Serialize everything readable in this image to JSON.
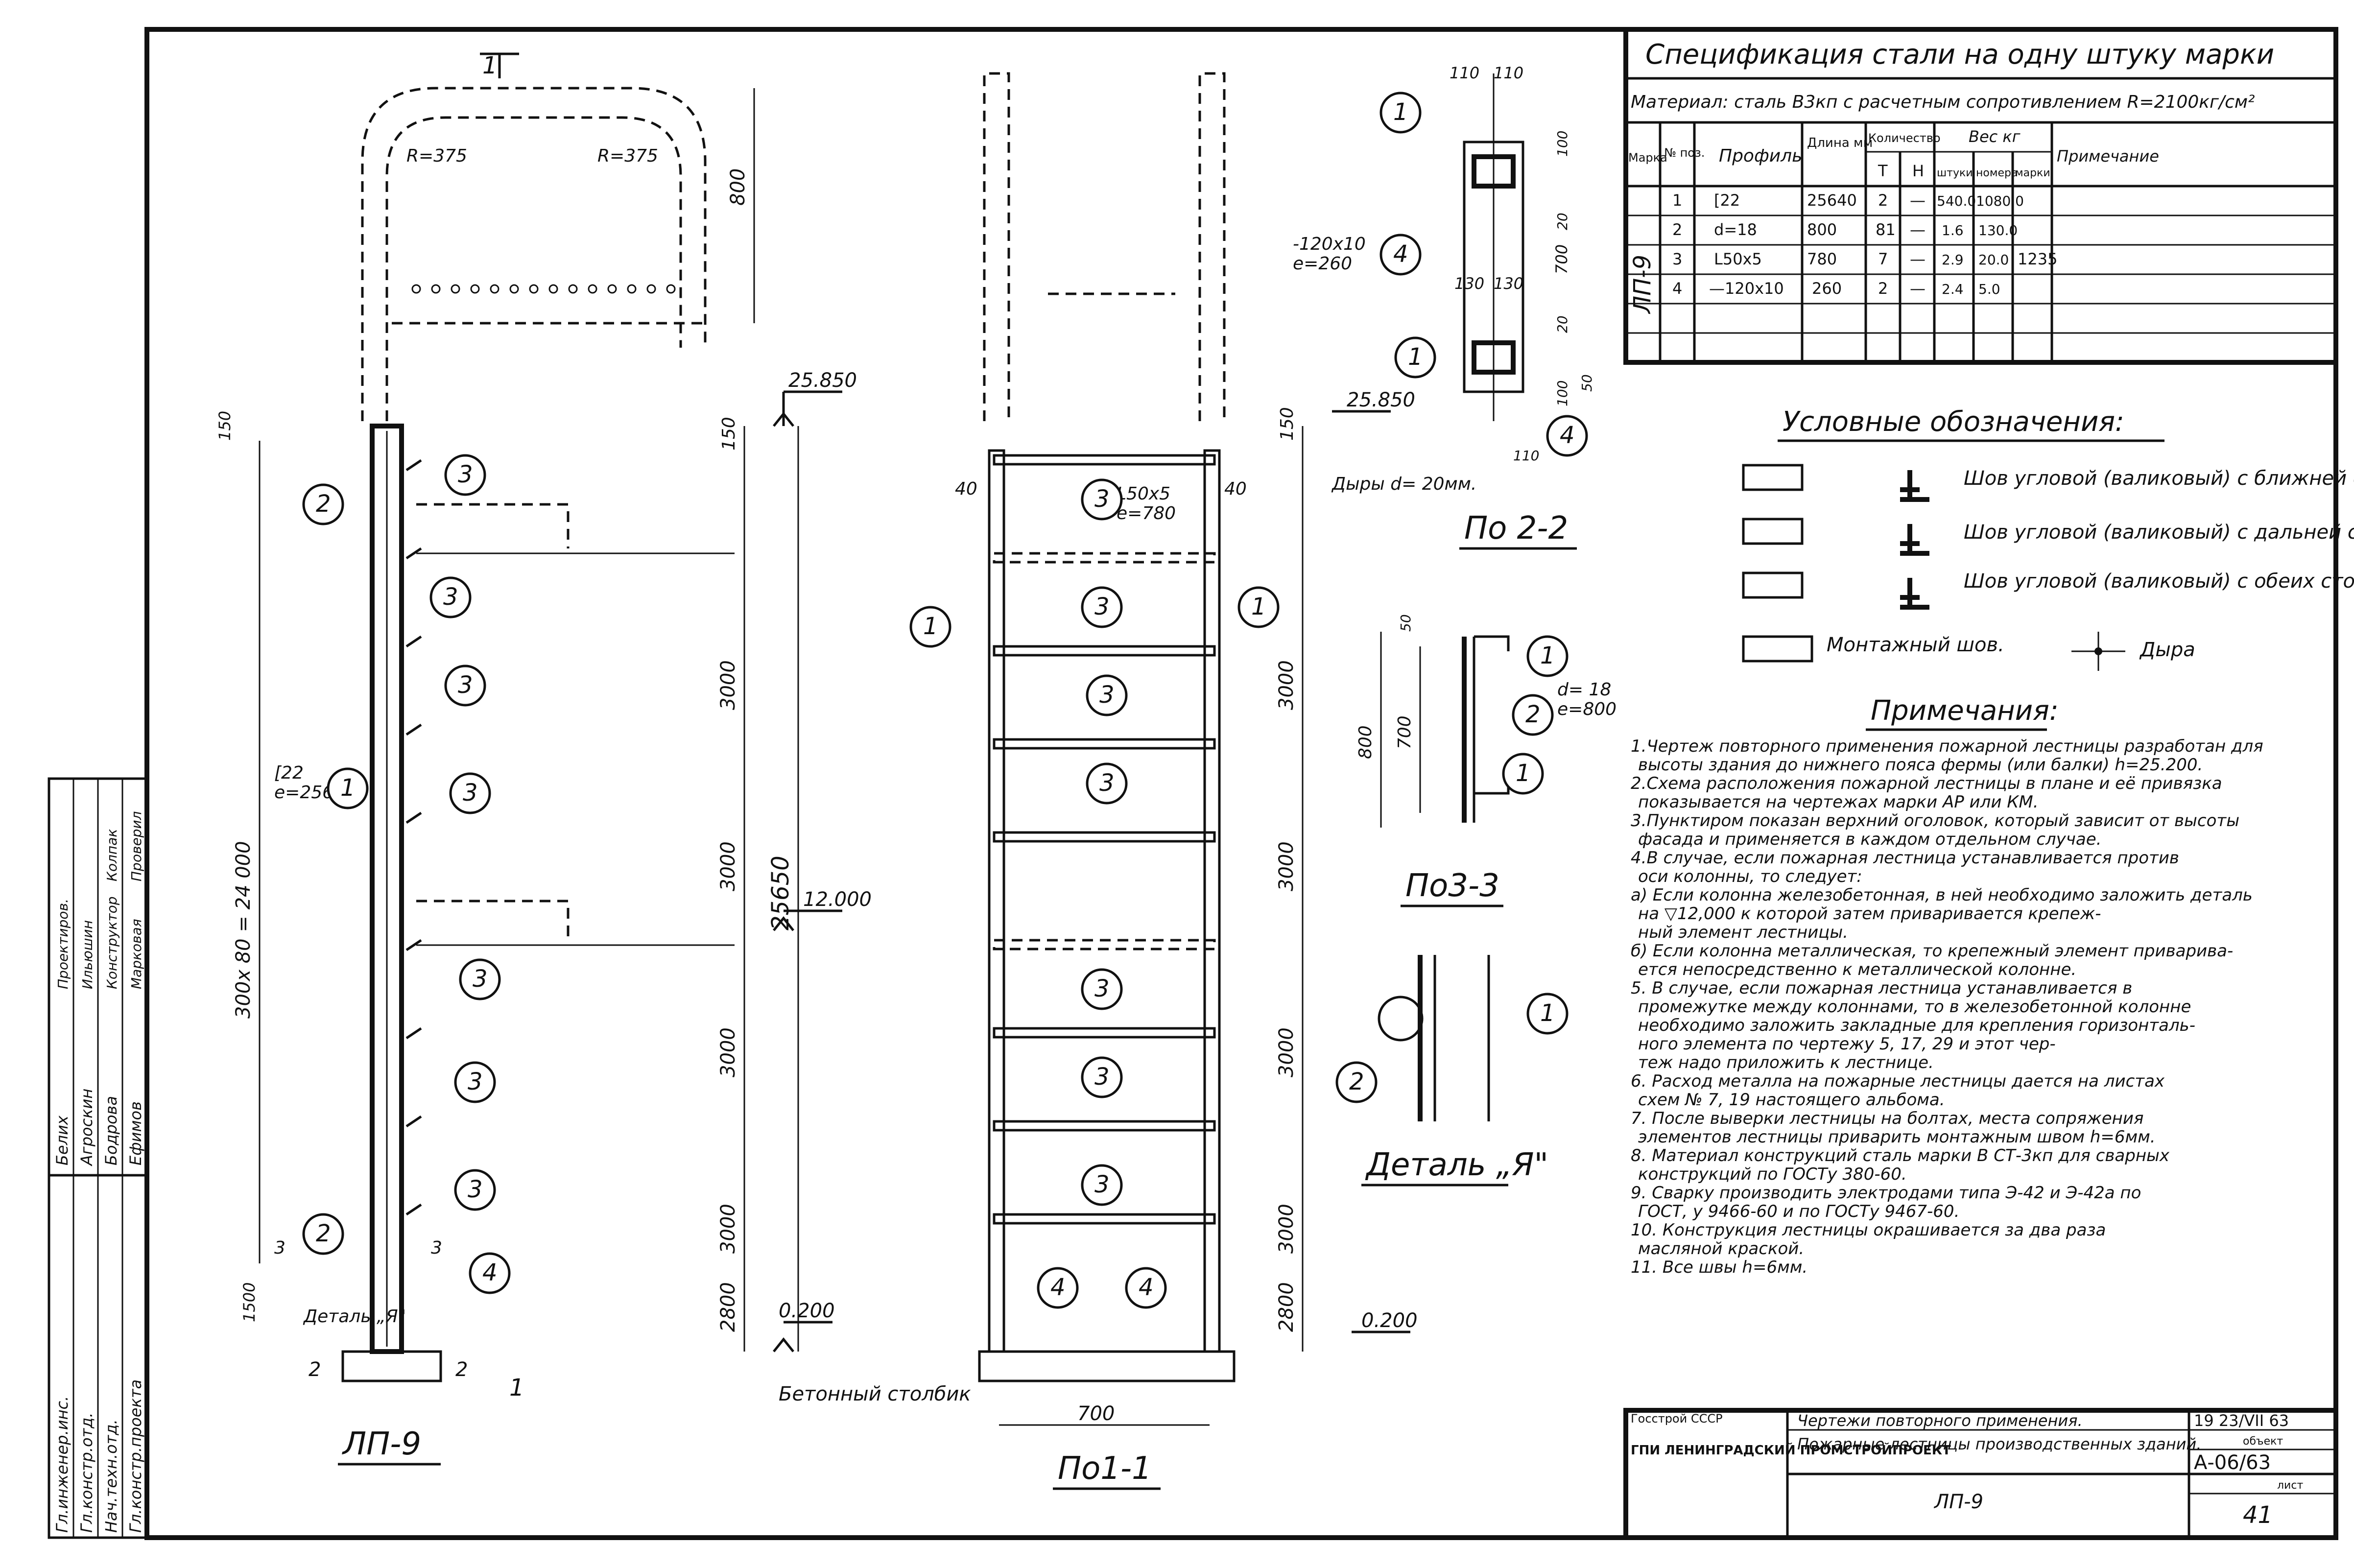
{
  "spec": {
    "title": "Спецификация стали на одну штуку марки",
    "material": "Материал: сталь В3кп с расчетным сопротивлением R=2100кг/см²",
    "headers": {
      "mark": "Марка",
      "pos": "№ поз.",
      "profile": "Профиль",
      "length": "Длина мм",
      "qty": "Количество",
      "qty_t": "Т",
      "qty_n": "Н",
      "weight": "Вес кг",
      "w_piece": "штуки",
      "w_pos": "номера",
      "w_mark": "марки",
      "note": "Примечание"
    },
    "mark": "ЛП-9",
    "total": "1235",
    "rows": [
      {
        "pos": "1",
        "profile": "[22",
        "length": "25640",
        "t": "2",
        "n": "—",
        "piece": "540.0",
        "num": "1080.0"
      },
      {
        "pos": "2",
        "profile": "d=18",
        "length": "800",
        "t": "81",
        "n": "—",
        "piece": "1.6",
        "num": "130.0"
      },
      {
        "pos": "3",
        "profile": "L50x5",
        "length": "780",
        "t": "7",
        "n": "—",
        "piece": "2.9",
        "num": "20.0"
      },
      {
        "pos": "4",
        "profile": "—120x10",
        "length": "260",
        "t": "2",
        "n": "—",
        "piece": "2.4",
        "num": "5.0"
      }
    ]
  },
  "legend": {
    "title": "Условные обозначения:",
    "items": [
      "Шов угловой (валиковый) с ближней стороны.",
      "Шов угловой (валиковый) с дальней стороны.",
      "Шов угловой (валиковый) с обеих сторон."
    ],
    "mount": "Монтажный шов.",
    "hole": "Дыра"
  },
  "notes": {
    "title": "Примечания:",
    "lines": [
      "1.Чертеж повторного применения пожарной лестницы разработан для",
      "высоты здания до нижнего пояса фермы (или балки) h=25.200.",
      "2.Схема расположения пожарной лестницы в плане и её привязка",
      "показывается на чертежах марки АР или КМ.",
      "3.Пунктиром показан верхний оголовок, который зависит от высоты",
      "фасада и применяется в каждом отдельном случае.",
      "4.В случае, если пожарная лестница устанавливается против",
      "оси колонны, то следует:",
      "а) Если колонна железобетонная, в ней необходимо заложить деталь",
      "на ▽12,000 к которой затем приваривается крепеж-",
      "ный элемент лестницы.",
      "б) Если колонна металлическая, то крепежный элемент приварива-",
      "ется непосредственно к металлической колонне.",
      "5. В случае, если пожарная лестница устанавливается в",
      "промежутке между колоннами, то в железобетонной колонне",
      "необходимо заложить закладные для крепления горизонталь-",
      "ного элемента по чертежу 5, 17, 29 и этот чер-",
      "теж надо приложить к лестнице.",
      "6. Расход металла на пожарные лестницы дается на листах",
      "схем № 7, 19 настоящего альбома.",
      "7. После выверки лестницы на болтах, места сопряжения",
      "элементов лестницы приварить монтажным швом h=6мм.",
      "8. Материал конструкций сталь марки В СТ-3кп для сварных",
      "конструкций по ГОСТу 380-60.",
      "9. Сварку производить электродами типа Э-42 и Э-42а по",
      "ГОСТ, у 9466-60 и по ГОСТу 9467-60.",
      "10. Конструкция лестницы окрашивается за два раза",
      "масляной краской.",
      "11. Все швы h=6мм."
    ]
  },
  "views": {
    "lp9": "ЛП-9",
    "s11": "По1-1",
    "s22": "По 2-2",
    "s33": "По3-3",
    "detail": "Деталь „Я\""
  },
  "labels": {
    "el_top": "25.850",
    "el_mid": "12.000",
    "el_bot": "0.200",
    "el_top2": "25.850",
    "el_bot2": "0.200",
    "total_h": "25650",
    "steps_note": "300x 80 = 24 000",
    "channel": "[22",
    "channel_len": "е=25640",
    "angle": "L50x5",
    "angle_len": "е=780",
    "rod": "d= 18",
    "rod_len": "е=800",
    "plate": "-120x10",
    "plate_len": "е=260",
    "holes": "Дыры d= 20мм.",
    "concrete": "Бетонный столбик",
    "detail_label": "Деталь „Я\"",
    "width700": "700",
    "r1": "R=375",
    "r2": "R=375",
    "dim800": "800",
    "dim150": "150",
    "dim3000": "3000",
    "dim2800": "2800",
    "dim1500": "1500",
    "dim40": "40",
    "dim700": "700",
    "dim50": "50",
    "dim110": "110",
    "dim130": "130",
    "dim100": "100",
    "dim20": "20",
    "sec1": "1",
    "sec2": "2",
    "sec3": "3"
  },
  "stamp": {
    "org1": "Госстрой СССР",
    "org2": "ГПИ ЛЕНИНГРАДСКИЙ ПРОМСТРОЙПРОЕКТ",
    "title1": "Чертежи повторного применения.",
    "title2": "Пожарные лестницы производственных зданий.",
    "mark": "ЛП-9",
    "date": "19 23/VII 63",
    "obj_lbl": "объект",
    "obj": "А-06/63",
    "sheet_lbl": "лист",
    "sheet": "41"
  },
  "signers": [
    {
      "role": "Гл.инженер.инс.",
      "name": "Белих"
    },
    {
      "role": "Гл.констр.отд.",
      "name": "Агроскин"
    },
    {
      "role": "Нач.техн.отд.",
      "name": "Бодрова"
    },
    {
      "role": "Гл.констр.проекта",
      "name": "Ефимов"
    },
    {
      "role": "Проектиров.",
      "name": "Ильюшин"
    },
    {
      "role": "Конструктор",
      "name": "Марковая"
    },
    {
      "role": "Проверил",
      "name": "Колпак"
    }
  ]
}
